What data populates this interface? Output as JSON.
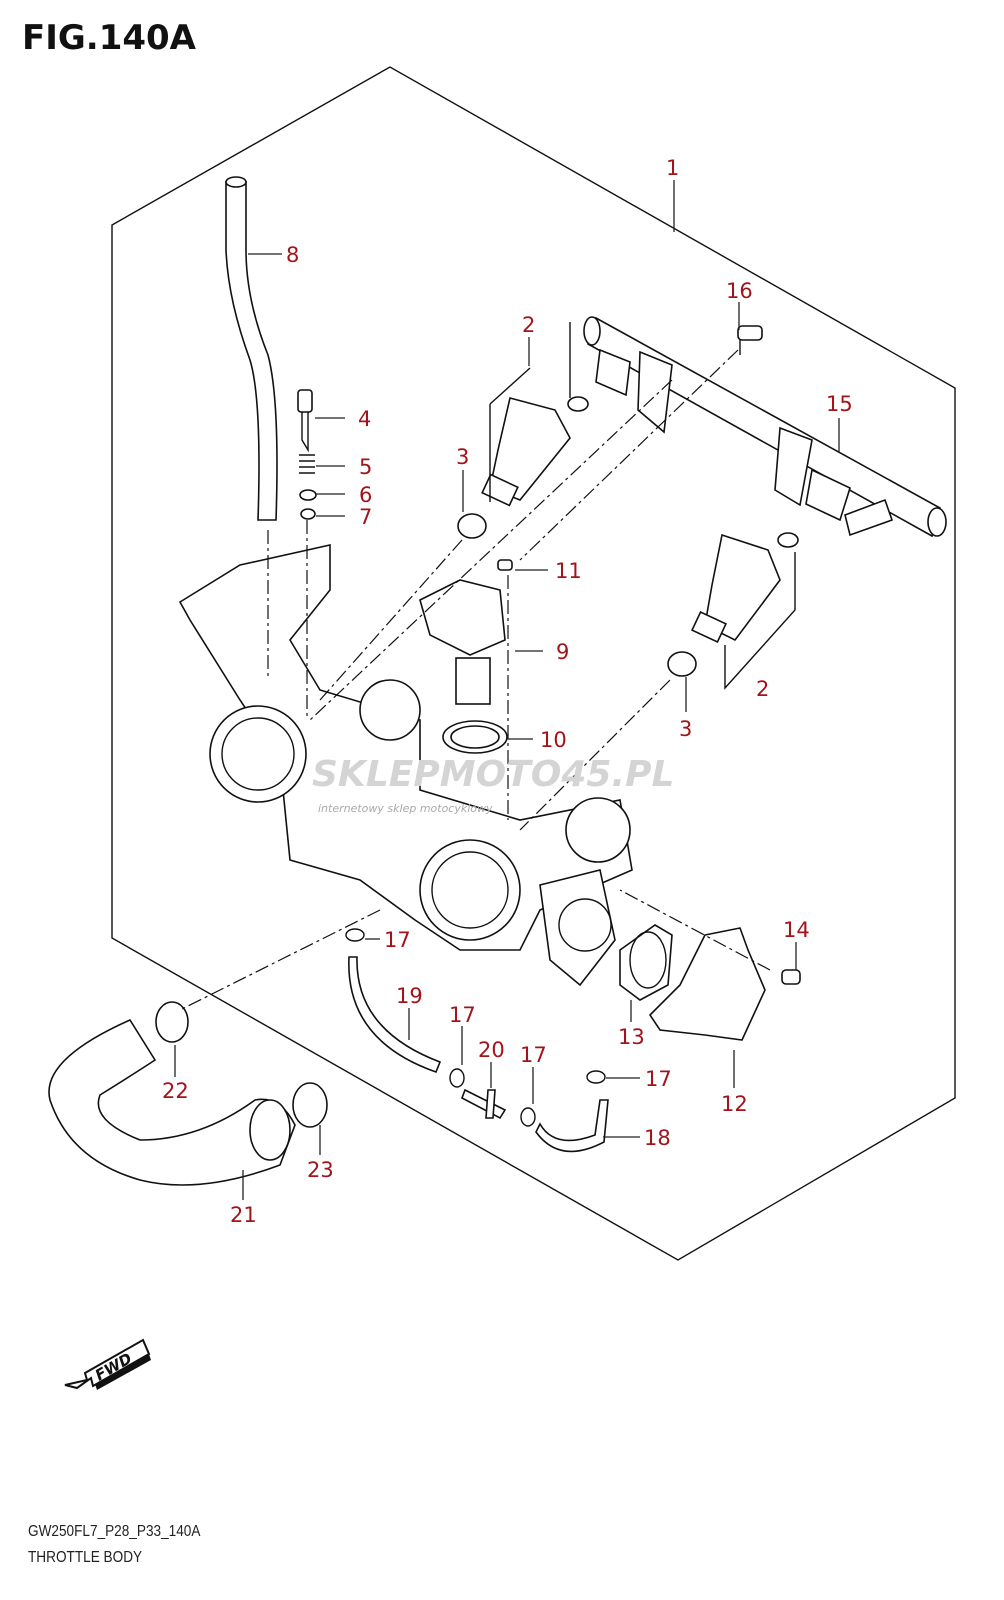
{
  "figure": {
    "title": "FIG.140A",
    "code": "GW250FL7_P28_P33_140A",
    "name": "THROTTLE BODY"
  },
  "callouts": [
    "1",
    "8",
    "4",
    "5",
    "6",
    "7",
    "3",
    "2",
    "16",
    "15",
    "11",
    "9",
    "10",
    "2",
    "3",
    "14",
    "17",
    "19",
    "17",
    "20",
    "17",
    "17",
    "13",
    "12",
    "18",
    "22",
    "23",
    "21"
  ],
  "fwd_label": "FWD",
  "watermark": {
    "text": "SKLEPMOTO45.PL",
    "subtext": "internetowy sklep motocyklowy"
  },
  "colors": {
    "callout": "#a3141a",
    "line": "#111111",
    "watermark_accent": "#f0a0a0"
  }
}
